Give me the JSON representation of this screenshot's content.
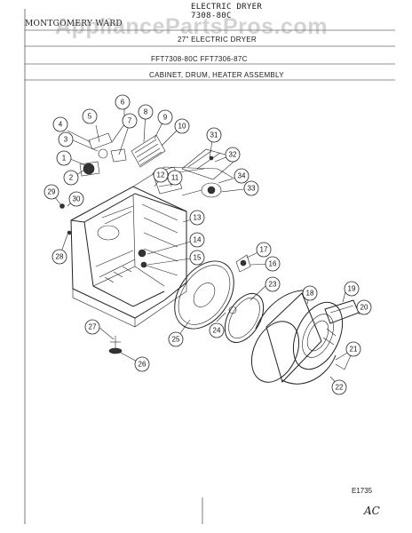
{
  "header": {
    "brand": "MONTGOMERY WARD",
    "type_line": "ELECTRIC DRYER",
    "code_line": "7308-80C",
    "title": "27\" ELECTRIC DRYER",
    "models": "FFT7308-80C   FFT7306-87C",
    "assembly": "CABINET, DRUM, HEATER ASSEMBLY"
  },
  "watermark": "AppliancePartsPros.com",
  "figure_code": "E1735",
  "handwritten_initials": "AC",
  "callouts": [
    "1",
    "2",
    "3",
    "4",
    "5",
    "6",
    "7",
    "8",
    "9",
    "10",
    "11",
    "12",
    "13",
    "14",
    "15",
    "16",
    "17",
    "18",
    "19",
    "20",
    "21",
    "22",
    "23",
    "24",
    "25",
    "26",
    "27",
    "28",
    "29",
    "30",
    "31",
    "32",
    "33",
    "34"
  ]
}
